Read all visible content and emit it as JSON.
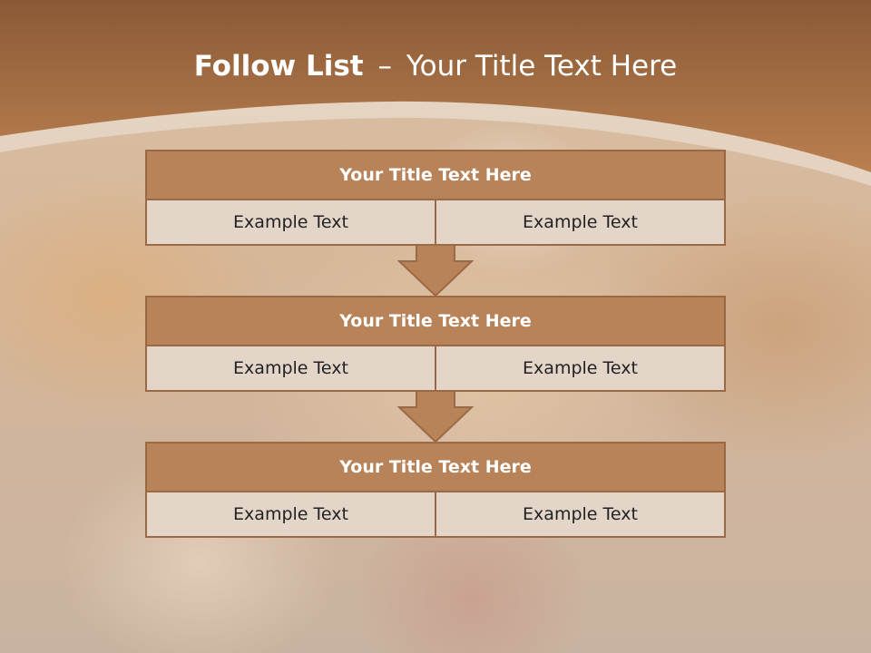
{
  "slide": {
    "title_bold": "Follow List",
    "title_dash": "–",
    "title_rest": "Your Title Text Here"
  },
  "blocks": [
    {
      "title": "Your Title Text Here",
      "left": "Example Text",
      "right": "Example Text"
    },
    {
      "title": "Your Title Text Here",
      "left": "Example Text",
      "right": "Example Text"
    },
    {
      "title": "Your Title Text Here",
      "left": "Example Text",
      "right": "Example Text"
    }
  ],
  "colors": {
    "header_band": "#b9835a",
    "box_fill": "#b9835a",
    "cell_fill": "#e4d5c9",
    "border": "#9a6a47"
  }
}
